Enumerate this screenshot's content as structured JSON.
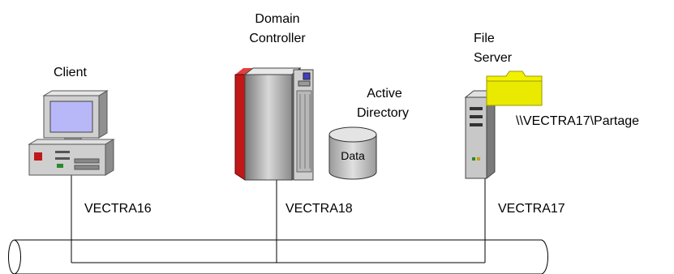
{
  "nodes": {
    "client": {
      "title": "Client",
      "hostname": "VECTRA16"
    },
    "domain_controller": {
      "title_line1": "Domain",
      "title_line2": "Controller",
      "hostname": "VECTRA18"
    },
    "active_directory": {
      "title_line1": "Active",
      "title_line2": "Directory",
      "db_label": "Data"
    },
    "file_server": {
      "title_line1": "File",
      "title_line2": "Server",
      "hostname": "VECTRA17",
      "share_path": "\\\\VECTRA17\\Partage"
    }
  },
  "colors": {
    "line": "#000000",
    "folder": "#f2f200",
    "dc_accent": "#c01818",
    "case_gray": "#b8b8b8",
    "monitor_screen": "#b8b8f8",
    "db_gray": "#c8c8c8"
  }
}
